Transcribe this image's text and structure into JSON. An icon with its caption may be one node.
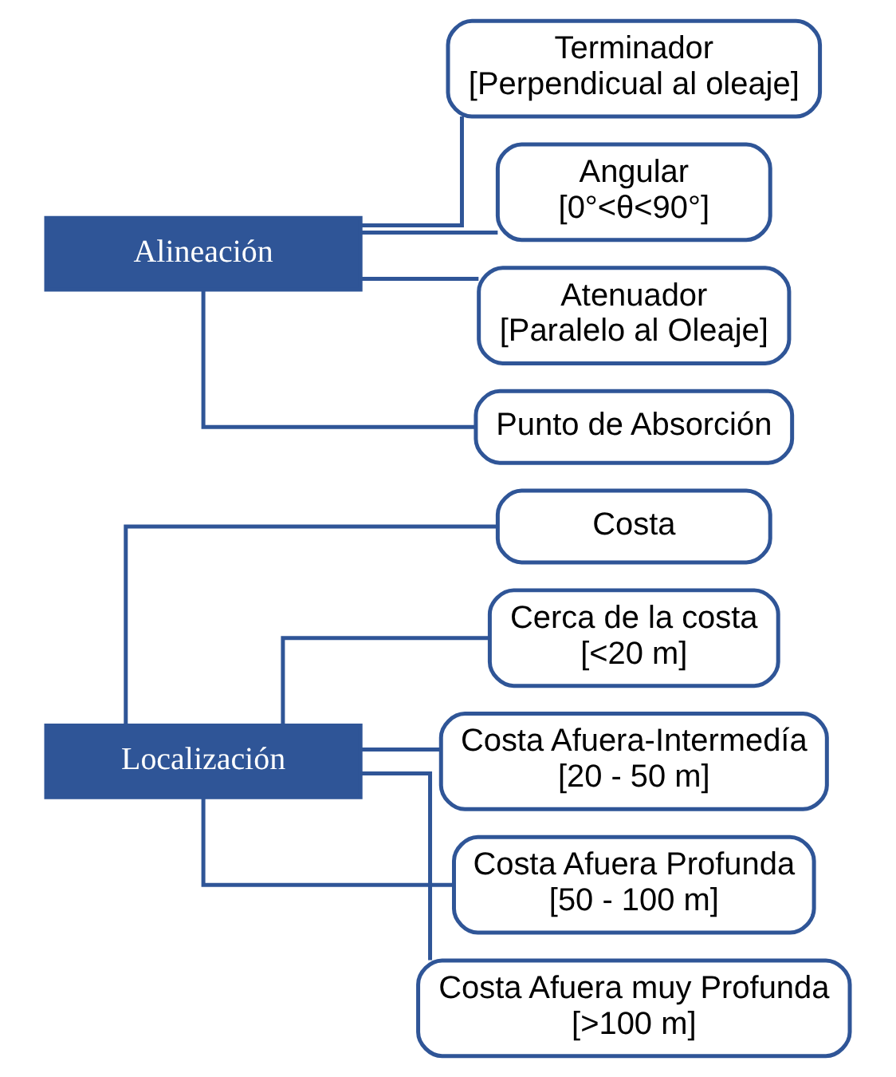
{
  "diagram": {
    "nodes": [
      {
        "text": [
          "Localización"
        ]
      },
      {
        "text": [
          "Costa"
        ]
      },
      {
        "text": [
          "Cerca de la costa",
          "[<20 m]"
        ]
      },
      {
        "text": [
          "Costa Afuera-Intermedía",
          "[20 - 50 m]"
        ]
      },
      {
        "text": [
          "Costa Afuera Profunda",
          "[50 - 100 m]"
        ]
      },
      {
        "text": [
          "Costa Afuera muy Profunda",
          "[>100 m]"
        ]
      },
      {
        "text": [
          "Alineación"
        ]
      },
      {
        "text": [
          "Terminador",
          "[Perpendicual al oleaje]"
        ]
      },
      {
        "text": [
          "Angular",
          "[0°<θ<90°]"
        ]
      },
      {
        "text": [
          "Atenuador",
          "[Paralelo al Oleaje]"
        ]
      },
      {
        "text": [
          "Punto de Absorción"
        ]
      }
    ],
    "edges": [
      {
        "from": 0,
        "to": 1,
        "arrow": "none"
      },
      {
        "from": 0,
        "to": 2,
        "arrow": "none"
      },
      {
        "from": 0,
        "to": 3,
        "arrow": "none"
      },
      {
        "from": 0,
        "to": 4,
        "arrow": "none"
      },
      {
        "from": 0,
        "to": 5,
        "arrow": "none"
      },
      {
        "from": 6,
        "to": 7,
        "arrow": "none"
      },
      {
        "from": 6,
        "to": 8,
        "arrow": "none"
      },
      {
        "from": 6,
        "to": 9,
        "arrow": "none"
      },
      {
        "from": 6,
        "to": 10,
        "arrow": "none"
      }
    ]
  }
}
